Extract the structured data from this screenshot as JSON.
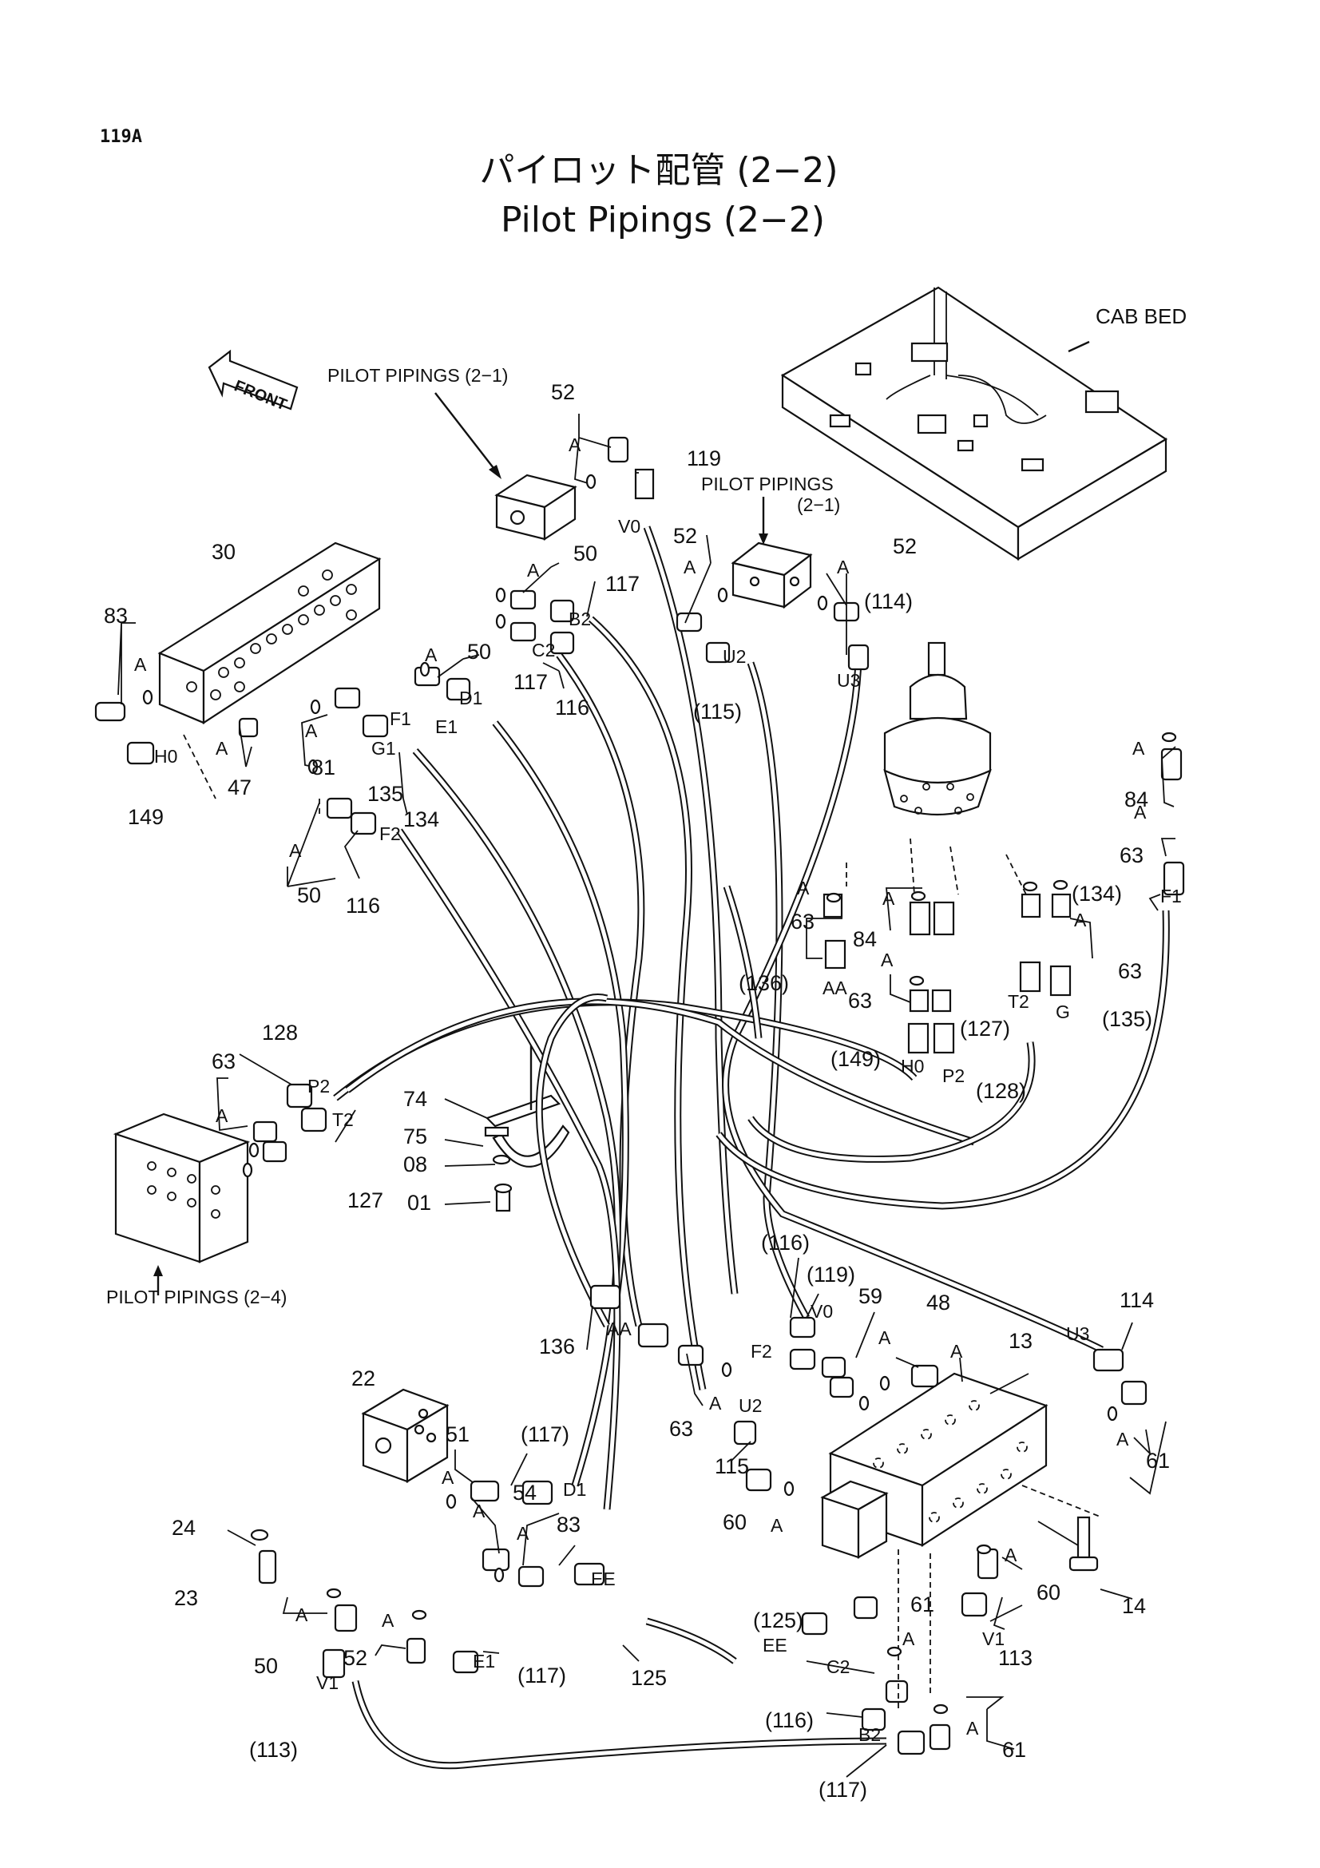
{
  "page_number": "119A",
  "title_jp": "パイロット配管 (2−2)",
  "title_en": "Pilot Pipings (2−2)",
  "front_label": "FRONT",
  "references": {
    "cab_bed": "CAB BED",
    "pilot_2_1_top": "PILOT PIPINGS (2−1)",
    "pilot_2_1_right_a": "PILOT PIPINGS",
    "pilot_2_1_right_b": "(2−1)",
    "pilot_2_4": "PILOT PIPINGS (2−4)"
  },
  "callouts": {
    "c52a": "52",
    "c119a": "119",
    "c30": "30",
    "c50a": "50",
    "c117a": "117",
    "c83a": "83",
    "c50b": "50",
    "c117b": "117",
    "c116a": "116",
    "c81": "81",
    "c47": "47",
    "c135a": "135",
    "c134a": "134",
    "c149a": "149",
    "c50c": "50",
    "c116b": "116",
    "c52b": "52",
    "c52c": "52",
    "c114p": "(114)",
    "c115p": "(115)",
    "c84a": "84",
    "c63a": "63",
    "c134p": "(134)",
    "c63b": "63",
    "c84b": "84",
    "c136p": "(136)",
    "c63c": "63",
    "c63d": "63",
    "c135p": "(135)",
    "c127p": "(127)",
    "c149p": "(149)",
    "c128p": "(128)",
    "c128": "128",
    "c63e": "63",
    "c127": "127",
    "c74": "74",
    "c75": "75",
    "c08": "08",
    "c01": "01",
    "c116p": "(116)",
    "c119p": "(119)",
    "c59": "59",
    "c48": "48",
    "c13": "13",
    "c114": "114",
    "c136": "136",
    "c63f": "63",
    "c115": "115",
    "c61a": "61",
    "c51": "51",
    "c117p1": "(117)",
    "c22": "22",
    "c24": "24",
    "c54": "54",
    "c83b": "83",
    "c60a": "60",
    "c60b": "60",
    "c14": "14",
    "c23": "23",
    "c125p": "(125)",
    "c61b": "61",
    "c113": "113",
    "c50d": "50",
    "c52d": "52",
    "c117p2": "(117)",
    "c125": "125",
    "c116p2": "(116)",
    "c61c": "61",
    "c113p": "(113)",
    "c117p3": "(117)"
  },
  "ports": {
    "A": "A",
    "V0": "V0",
    "B2": "B2",
    "C2": "C2",
    "D1": "D1",
    "E1": "E1",
    "F1": "F1",
    "G1": "G1",
    "H0": "H0",
    "F2": "F2",
    "U2": "U2",
    "U3": "U3",
    "AA": "AA",
    "T2": "T2",
    "G": "G",
    "P2": "P2",
    "EE": "EE",
    "V1": "V1"
  }
}
